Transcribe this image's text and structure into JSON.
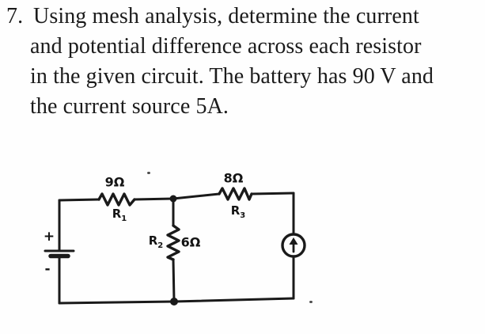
{
  "problem": {
    "number": "7.",
    "lines": [
      "Using mesh analysis, determine the current",
      "and potential difference across each resistor",
      "in the given circuit. The battery has 90 V and",
      "the current source 5A."
    ]
  },
  "circuit": {
    "resistors": [
      {
        "value": "9Ω",
        "name": "R",
        "sub": "1"
      },
      {
        "value": "6Ω",
        "name": "R",
        "sub": "2"
      },
      {
        "value": "8Ω",
        "name": "R",
        "sub": "3"
      }
    ],
    "battery": {
      "plus": "+",
      "minus": "-"
    },
    "current_source": {
      "icon": "arrow-up-circle-icon"
    }
  }
}
